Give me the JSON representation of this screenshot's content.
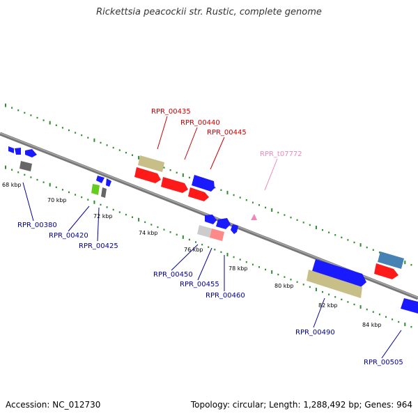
{
  "title": "Rickettsia peacockii str. Rustic, complete genome",
  "accession": "Accession: NC_012730",
  "summary": "Topology: circular; Length: 1,288,492 bp; Genes: 964",
  "colors": {
    "backbone": "#8a8a8a",
    "ticks": "#2e8b2e",
    "gene_blue": "#1a1aff",
    "gene_red": "#ff1a1a",
    "gene_olive": "#c8bf88",
    "gene_gray": "#777777",
    "label_upper": "#cc0000",
    "label_lower": "#000099",
    "label_trna": "#ee88bb"
  },
  "scale": {
    "labels": [
      "68 kbp",
      "70 kbp",
      "72 kbp",
      "74 kbp",
      "76 kbp",
      "78 kbp",
      "80 kbp",
      "82 kbp",
      "84 kbp"
    ]
  },
  "upper_labels": [
    "RPR_00435",
    "RPR_00440",
    "RPR_00445",
    "RPR_t07772"
  ],
  "lower_labels": [
    "RPR_00380",
    "RPR_00420",
    "RPR_00425",
    "RPR_00450",
    "RPR_00455",
    "RPR_00460",
    "RPR_00490",
    "RPR_00505"
  ]
}
